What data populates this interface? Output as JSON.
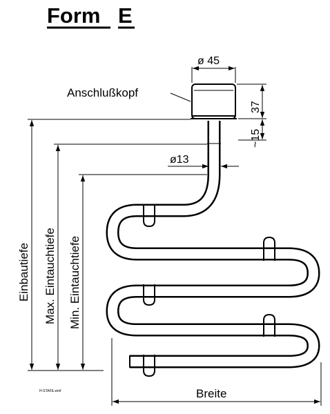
{
  "title": {
    "word1": "Form",
    "word2": "E"
  },
  "labels": {
    "connection_head": "Anschlußkopf",
    "dia_head": "ø 45",
    "height_head": "37",
    "approx_15": "~15",
    "dia_pipe": "ø13",
    "install_depth": "Einbautiefe",
    "max_immersion": "Max. Eintauchtiefe",
    "min_immersion": "Min. Eintauchtiefe",
    "width": "Breite"
  },
  "file_label": "H-STAFE.wmf"
}
